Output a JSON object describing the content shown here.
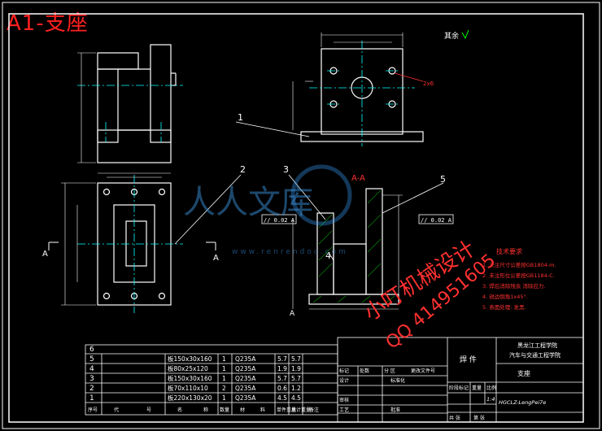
{
  "title": "A1-支座",
  "surface_label": "其余",
  "section_label": "A-A",
  "view_label_a": "A",
  "balloons": [
    "1",
    "2",
    "3",
    "4",
    "5"
  ],
  "tolerance_1": "// 0.02 A",
  "tolerance_2": "// 0.02 A",
  "tech_req": {
    "heading": "技术要求",
    "items": [
      "1. 未注尺寸公差按GB1804-m.",
      "2. 未注形位公差按GB1184-C.",
      "3. 焊后消除残余  消除应力.",
      "4. 锐边倒角1x45°.",
      "5. 表面处理:  发黑."
    ]
  },
  "parts": {
    "rows": [
      {
        "no": "6",
        "name": "",
        "qty": "",
        "mat": "",
        "w1": "",
        "w2": ""
      },
      {
        "no": "5",
        "name": "板150x30x160",
        "qty": "1",
        "mat": "Q235A",
        "w1": "5.7",
        "w2": "5.7"
      },
      {
        "no": "4",
        "name": "板80x25x120",
        "qty": "1",
        "mat": "Q235A",
        "w1": "1.9",
        "w2": "1.9"
      },
      {
        "no": "3",
        "name": "板150x30x160",
        "qty": "1",
        "mat": "Q235A",
        "w1": "5.7",
        "w2": "5.7"
      },
      {
        "no": "2",
        "name": "板70x110x10",
        "qty": "2",
        "mat": "Q235A",
        "w1": "0.6",
        "w2": "1.2"
      },
      {
        "no": "1",
        "name": "板220x130x20",
        "qty": "1",
        "mat": "Q235A",
        "w1": "4.5",
        "w2": "4.5"
      }
    ],
    "header": [
      "序号",
      "代",
      "号",
      "名",
      "称",
      "数量",
      "材",
      "料",
      "单件重量",
      "总计重量",
      "备注"
    ]
  },
  "title_block": {
    "school": "黑龙江工程学院",
    "dept": "汽车与交通工程学院",
    "part_cell": "焊  件",
    "drawing_name": "支座",
    "scale_label": "比例",
    "scale": "1:4",
    "code": "HGCLZ-LengPei7e",
    "mark_label": "标记",
    "qty_label": "处数",
    "zone_label": "分  区",
    "change_label": "更改文件号",
    "design_label": "设计",
    "std_label": "标准化",
    "review_label": "审核",
    "process_label": "工艺",
    "approve_label": "批准",
    "stage_label": "阶段标记",
    "weight_label": "重量",
    "sheets_label": "共 张",
    "sheet_label": "第 张"
  },
  "watermark": {
    "brand": "人人文库",
    "url": "www.renrendoc.com",
    "line1": "小叮机械设计",
    "line2": "QQ 414951605"
  }
}
